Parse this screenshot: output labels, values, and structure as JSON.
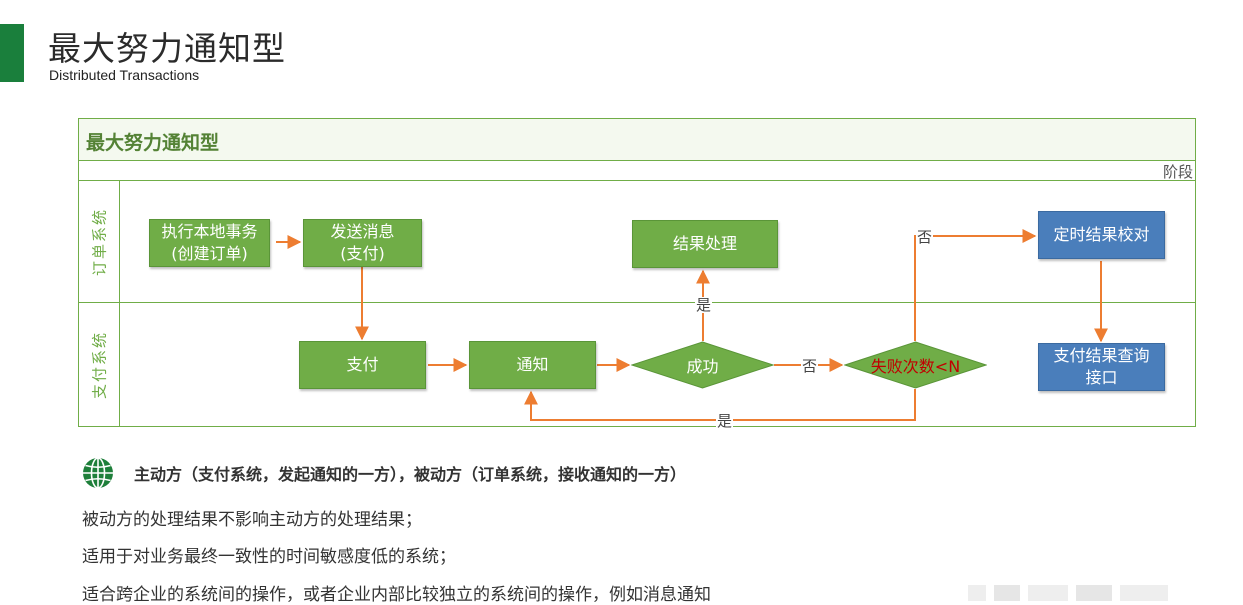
{
  "page": {
    "title": "最大努力通知型",
    "subtitle": "Distributed Transactions"
  },
  "diagram": {
    "title": "最大努力通知型",
    "phase_label": "阶段",
    "lanes": [
      {
        "label": "订单系统"
      },
      {
        "label": "支付系统"
      }
    ],
    "nodes": {
      "exec_local": "执行本地事务\n(创建订单)",
      "send_msg": "发送消息\n(支付)",
      "result_proc": "结果处理",
      "timed_check": "定时结果校对",
      "pay": "支付",
      "notify": "通知",
      "success": "成功",
      "fail_count": "失败次数<N",
      "query_api": "支付结果查询\n接口"
    },
    "edge_labels": {
      "success_yes": "是",
      "success_no": "否",
      "fail_no": "否",
      "fail_yes": "是"
    },
    "colors": {
      "lane_border": "#70ad47",
      "node_green": "#70ad47",
      "node_blue": "#4a7ebb",
      "arrow": "#ed7d31",
      "accent": "#1a7f3c"
    }
  },
  "notes": {
    "icon": "globe-icon",
    "summary": "主动方（支付系统，发起通知的一方），被动方（订单系统，接收通知的一方）",
    "lines": [
      "被动方的处理结果不影响主动方的处理结果；",
      "适用于对业务最终一致性的时间敏感度低的系统；",
      "适合跨企业的系统间的操作，或者企业内部比较独立的系统间的操作，例如消息通知"
    ]
  }
}
